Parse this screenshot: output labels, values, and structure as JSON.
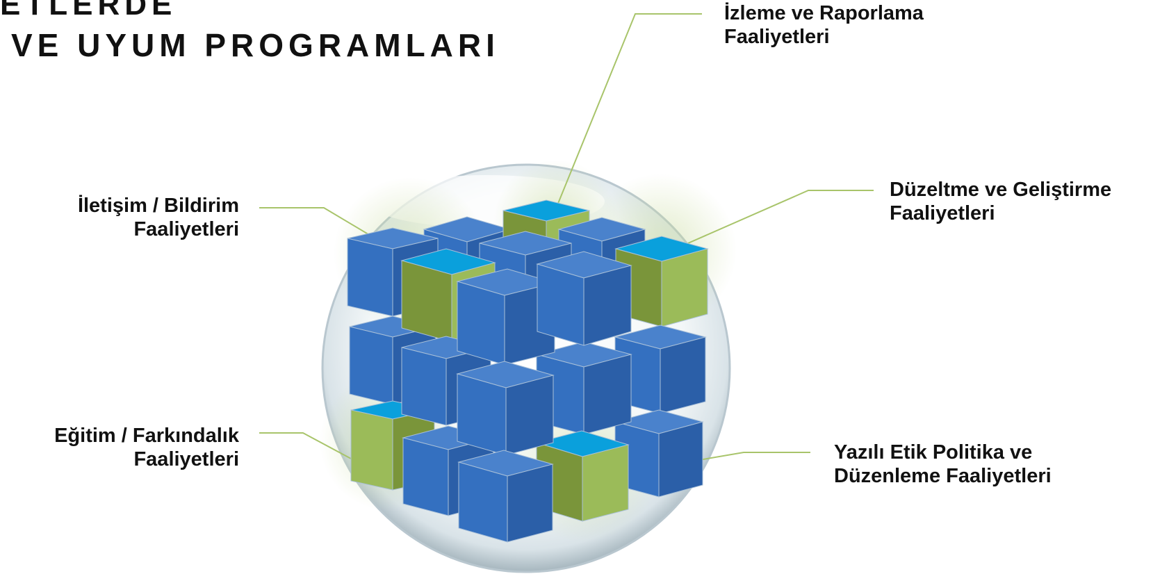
{
  "header": {
    "title_line1": "ETLERDE",
    "title_line2": "VE UYUM PROGRAMLARI"
  },
  "labels": {
    "izleme": {
      "line1": "İzleme ve Raporlama",
      "line2": "Faaliyetleri"
    },
    "iletisim": {
      "line1": "İletişim / Bildirim",
      "line2": "Faaliyetleri"
    },
    "duzeltme": {
      "line1": "Düzeltme ve Geliştirme",
      "line2": "Faaliyetleri"
    },
    "egitim": {
      "line1": "Eğitim / Farkındalık",
      "line2": "Faaliyetleri"
    },
    "yazili": {
      "line1": "Yazılı Etik Politika ve",
      "line2": "Düzenleme Faaliyetleri"
    }
  },
  "colors": {
    "blue": "#3470c0",
    "green": "#9bbb59",
    "cyan_top": "#0aa0dc",
    "leader_line": "#a8c46a"
  }
}
